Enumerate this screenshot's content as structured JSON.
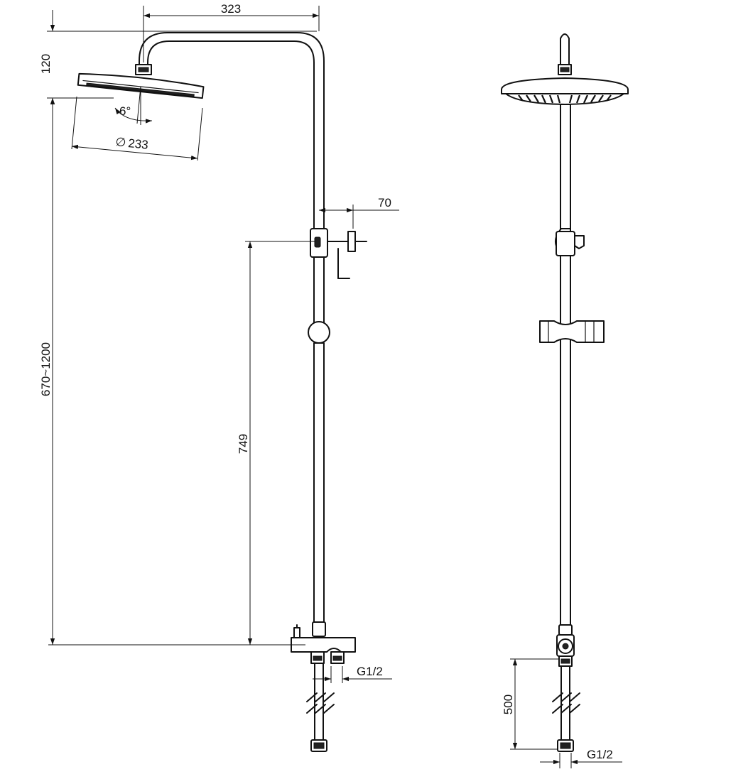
{
  "drawing": {
    "dimensions": {
      "arm_reach": "323",
      "arm_height": "120",
      "tilt_angle": "6°",
      "head_diameter": "233",
      "diameter_symbol": "∅",
      "total_height": "670~1200",
      "holder_height": "749",
      "holder_offset": "70",
      "inlet_thread_left": "G1/2",
      "hose_length": "500",
      "inlet_thread_right": "G1/2"
    }
  }
}
